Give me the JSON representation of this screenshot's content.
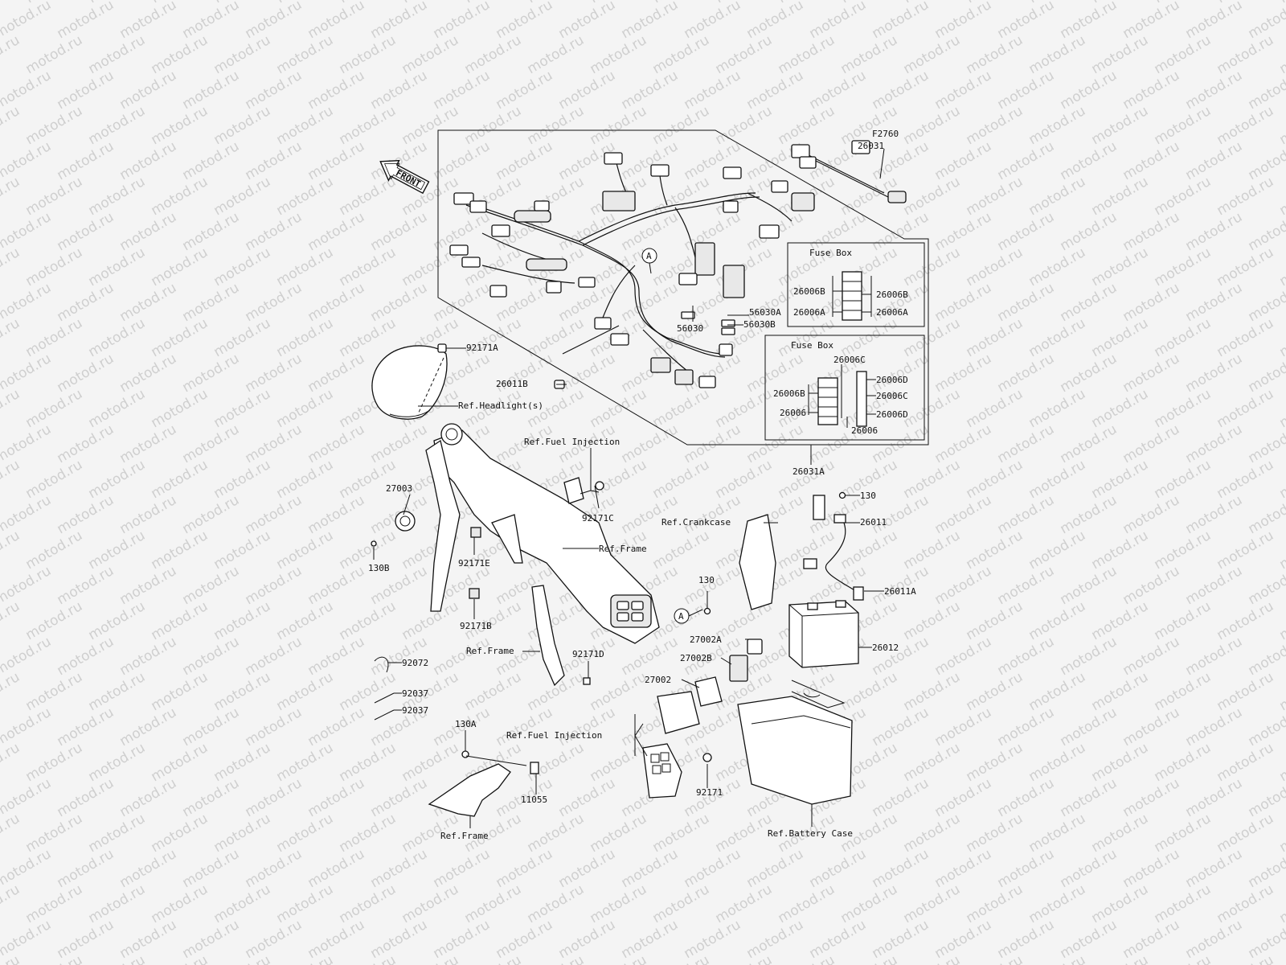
{
  "watermark": "motod.ru",
  "front_badge": "FRONT",
  "callout_a": "A",
  "fuse_box_upper": {
    "title": "Fuse Box",
    "labels": [
      "26006B",
      "26006A",
      "26006B",
      "26006A"
    ]
  },
  "fuse_box_lower": {
    "title": "Fuse Box",
    "labels": [
      "26006C",
      "26006B",
      "26006",
      "26006D",
      "26006C",
      "26006D",
      "26006"
    ]
  },
  "part_labels": [
    "F2760",
    "26031",
    "56030A",
    "56030B",
    "56030",
    "92171A",
    "26011B",
    "Ref.Headlight(s)",
    "26031A",
    "Ref.Fuel Injection",
    "27003",
    "92171C",
    "130",
    "26011",
    "Ref.Crankcase",
    "Ref.Frame",
    "130B",
    "92171E",
    "130",
    "26011A",
    "92171B",
    "27002A",
    "26012",
    "Ref.Frame",
    "92171D",
    "27002B",
    "92072",
    "27002",
    "92037",
    "92037",
    "130A",
    "Ref.Fuel Injection",
    "92171",
    "11055",
    "Ref.Frame",
    "Ref.Battery Case"
  ]
}
